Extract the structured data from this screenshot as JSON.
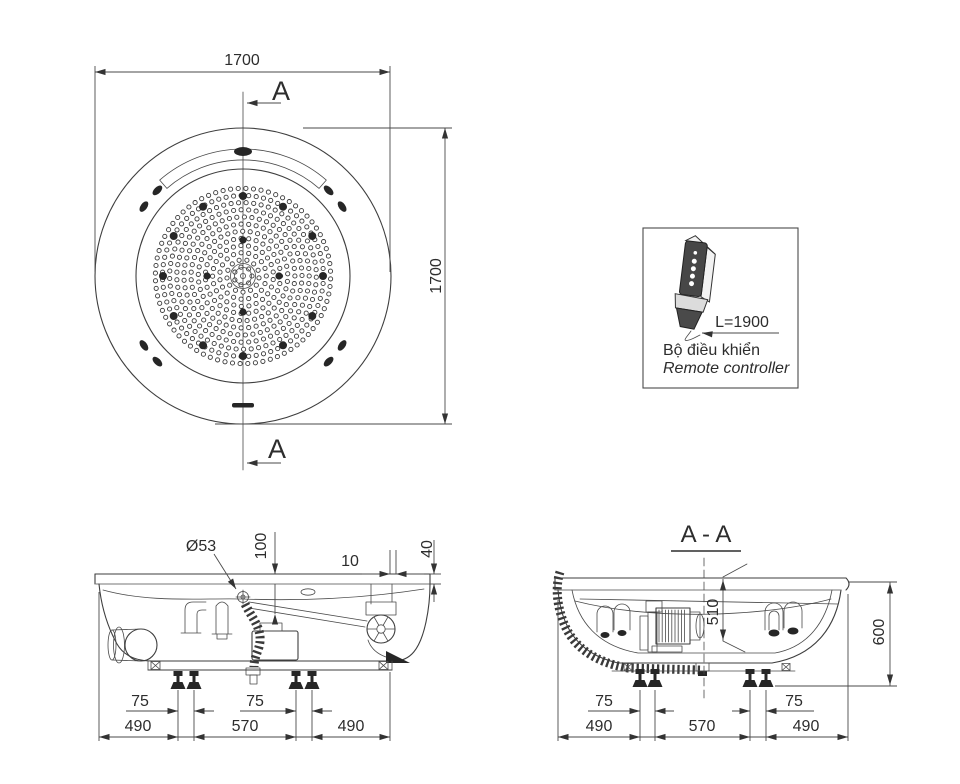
{
  "page": {
    "background": "#ffffff",
    "line_color": "#3e3e3e",
    "text_color": "#2d2d2d"
  },
  "plan_view": {
    "dim_width": "1700",
    "dim_height": "1700",
    "section_label_top": "A",
    "section_label_bottom": "A"
  },
  "remote_panel": {
    "cable_length_label": "L=1900",
    "title_vi": "Bộ điều khiển",
    "title_en": "Remote controller"
  },
  "front_view": {
    "drain_diameter_label": "Ø53",
    "overflow_height_label": "100",
    "rim_offset_label": "10",
    "rim_thickness_label": "40",
    "foot_spacing_left": "75",
    "foot_spacing_right": "75",
    "span_left": "490",
    "span_center": "570",
    "span_right": "490"
  },
  "section_view": {
    "title": "A - A",
    "inner_depth_label": "510",
    "total_height_label": "600",
    "foot_spacing_left": "75",
    "foot_spacing_right": "75",
    "span_left": "490",
    "span_center": "570",
    "span_right": "490"
  }
}
